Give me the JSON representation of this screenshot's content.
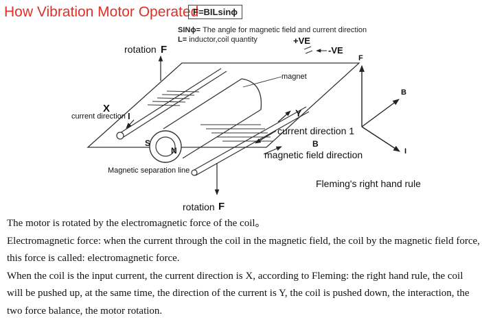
{
  "figure": {
    "title": "How Vibration Motor Operated",
    "formula": "F=BILsinϕ",
    "notes": {
      "sin_key": "SINϕ=",
      "sin_text": " The angle for magnetic field and current direction",
      "l_key": "L=",
      "l_text": " inductor,coil quantity"
    },
    "labels": {
      "plus_ve": "+VE",
      "minus_ve": "-VE",
      "rotation_top": "rotation",
      "rotation_bottom": "rotation",
      "f_top": "F",
      "f_bottom": "F",
      "magnet": "magnet",
      "x": "X",
      "current_direction": "current direction",
      "i_left": "I",
      "y": "Y",
      "current_direction_1": "current direction 1",
      "b_center": "B",
      "magnetic_field_direction": "magnetic field direction",
      "s_pole": "S",
      "n_pole": "N",
      "magnetic_separation_line": "Magnetic separation line",
      "axis_f": "F",
      "axis_b": "B",
      "axis_i": "I",
      "flemings_rule": "Fleming's right hand rule"
    }
  },
  "text": {
    "p1": "The motor is rotated by the electromagnetic force of the coil。",
    "p2": "Electromagnetic force: when the current through the coil in the magnetic field, the coil by the magnetic field force, this force is called: electromagnetic force.",
    "p3": "When the coil is the input current, the current direction is X, according to Fleming: the right hand rule, the coil will be pushed up, at the same time, the direction of the current is Y, the coil is pushed down, the interaction, the two force balance, the motor rotation."
  }
}
